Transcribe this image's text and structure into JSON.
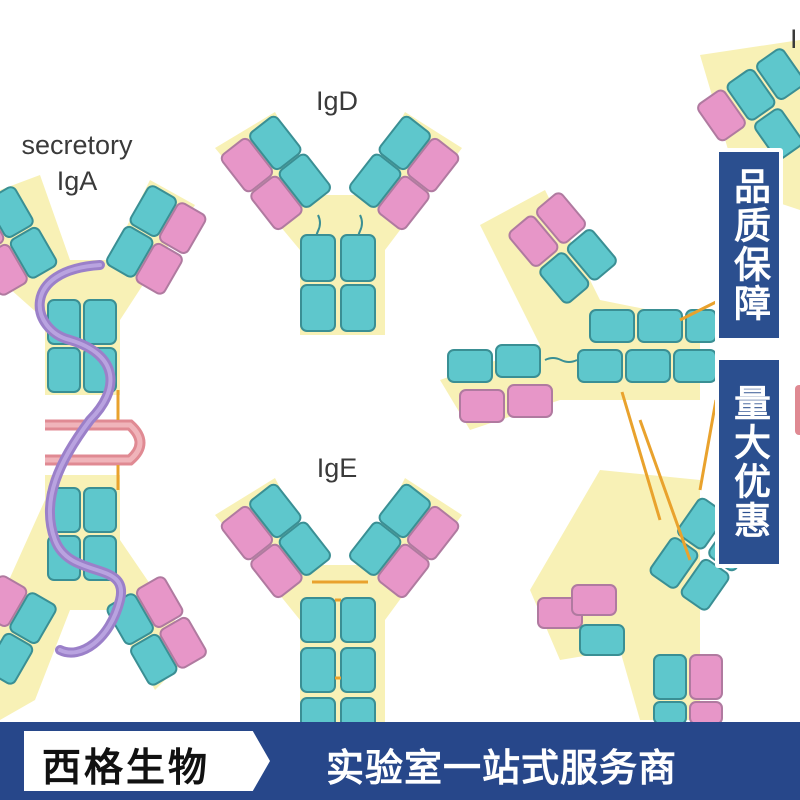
{
  "labels": {
    "iga": "secretory\nIgA",
    "iga_line1": "secretory",
    "iga_line2": "IgA",
    "igd": "IgD",
    "ige": "IgE",
    "corner": "I"
  },
  "badge": {
    "top": "品质保障",
    "bottom": "量大优惠"
  },
  "banner": {
    "company": "西格生物",
    "slogan": "实验室一站式服务商"
  },
  "colors": {
    "heavy_chain": "#5ec7cc",
    "light_chain": "#e796c8",
    "shade": "#f8f1b6",
    "bond": "#e9a22d",
    "secretory_component": "#9b80c9",
    "j_chain": "#e08a93",
    "banner": "#27478a"
  }
}
